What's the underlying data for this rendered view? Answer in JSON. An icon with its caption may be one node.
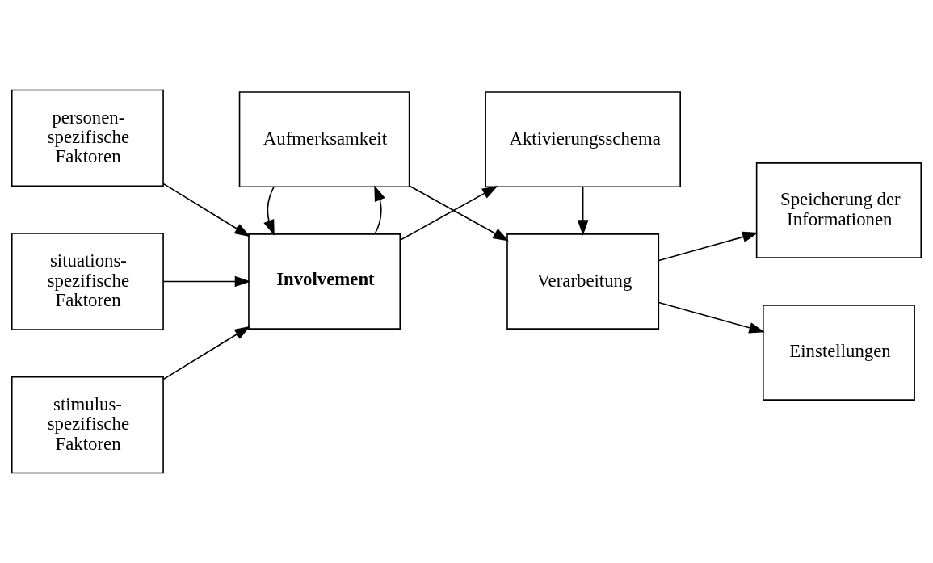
{
  "diagram": {
    "nodes": [
      {
        "text": [
          "personen- spezifische Faktoren"
        ]
      },
      {
        "text": [
          "situations- spezifische Faktoren"
        ]
      },
      {
        "text": [
          "stimulus- spezifische Faktoren"
        ]
      },
      {
        "text": [
          "**Involvement**"
        ]
      },
      {
        "text": [
          "Aktivierungsschema"
        ]
      },
      {
        "text": [
          "Aufmerksamkeit"
        ]
      },
      {
        "text": [
          "Verarbeitung"
        ]
      },
      {
        "text": [
          "Speicherung der Informationen"
        ]
      },
      {
        "text": [
          "Einstellungen"
        ]
      }
    ],
    "edges": [
      {
        "from": 0,
        "to": 3,
        "arrow": "to"
      },
      {
        "from": 1,
        "to": 3,
        "arrow": "to"
      },
      {
        "from": 2,
        "to": 3,
        "arrow": "to"
      },
      {
        "from": 3,
        "to": 4,
        "arrow": "to"
      },
      {
        "from": 3,
        "to": 5,
        "arrow": "to"
      },
      {
        "from": 5,
        "to": 3,
        "arrow": "to"
      },
      {
        "from": 4,
        "to": 6,
        "arrow": "to"
      },
      {
        "from": 5,
        "to": 6,
        "arrow": "to"
      },
      {
        "from": 6,
        "to": 7,
        "arrow": "to"
      },
      {
        "from": 6,
        "to": 8,
        "arrow": "to"
      }
    ]
  }
}
